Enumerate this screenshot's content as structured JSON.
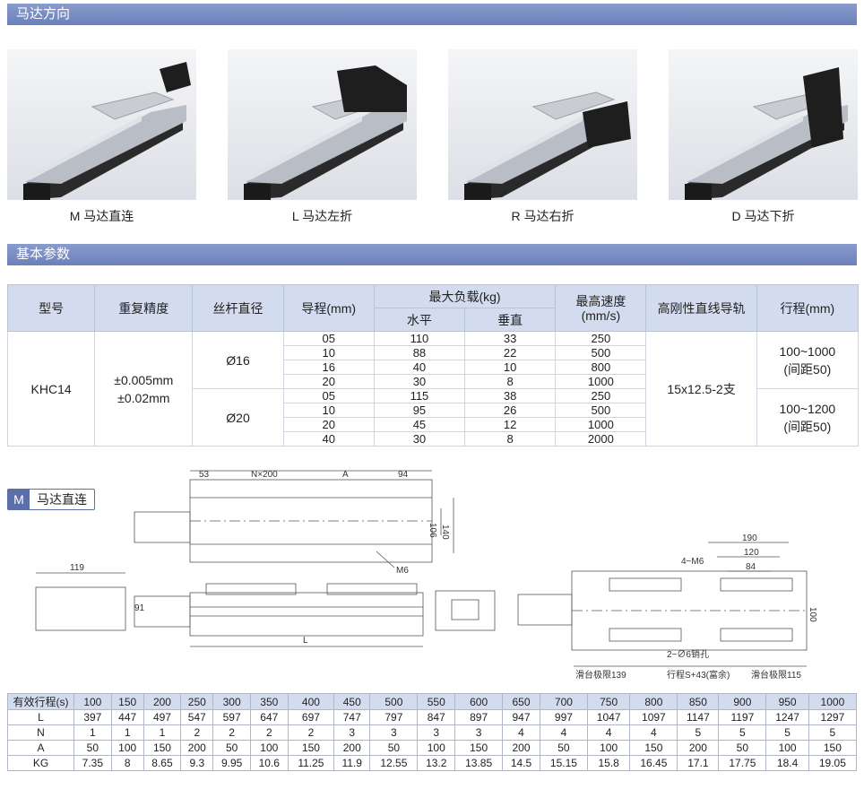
{
  "section1": {
    "title": "马达方向"
  },
  "directions": [
    {
      "caption": "M 马达直连"
    },
    {
      "caption": "L 马达左折"
    },
    {
      "caption": "R 马达右折"
    },
    {
      "caption": "D 马达下折"
    }
  ],
  "section2": {
    "title": "基本参数"
  },
  "params": {
    "headers": {
      "model": "型号",
      "repeat": "重复精度",
      "screw_dia": "丝杆直径",
      "lead": "导程(mm)",
      "max_load": "最大负载(kg)",
      "horizontal": "水平",
      "vertical": "垂直",
      "max_speed": "最高速度\n(mm/s)",
      "rail": "高刚性直线导轨",
      "stroke": "行程(mm)"
    },
    "model": "KHC14",
    "repeat": "±0.005mm\n±0.02mm",
    "rail": "15x12.5-2支",
    "groups": [
      {
        "dia": "Ø16",
        "stroke": "100~1000\n(间距50)",
        "rows": [
          [
            "05",
            "110",
            "33",
            "250"
          ],
          [
            "10",
            "88",
            "22",
            "500"
          ],
          [
            "16",
            "40",
            "10",
            "800"
          ],
          [
            "20",
            "30",
            "8",
            "1000"
          ]
        ]
      },
      {
        "dia": "Ø20",
        "stroke": "100~1200\n(间距50)",
        "rows": [
          [
            "05",
            "115",
            "38",
            "250"
          ],
          [
            "10",
            "95",
            "26",
            "500"
          ],
          [
            "20",
            "45",
            "12",
            "1000"
          ],
          [
            "40",
            "30",
            "8",
            "2000"
          ]
        ]
      }
    ]
  },
  "drawing": {
    "badge": "M",
    "title": "马达直连",
    "dims": {
      "d53": "53",
      "nx200": "N×200",
      "a": "A",
      "d94": "94",
      "d106": "106",
      "d140": "140",
      "m6": "M6",
      "d119": "119",
      "d91": "91",
      "l": "L",
      "d190": "190",
      "d120": "120",
      "d84": "84",
      "m6x4": "4−M6",
      "d100": "100",
      "hole": "2−∅6销孔",
      "lim1": "滑台极限139",
      "travel": "行程S+43(富余)",
      "lim2": "滑台极限115"
    }
  },
  "stroke_table": {
    "rows": [
      {
        "label": "有效行程(s)",
        "values": [
          "100",
          "150",
          "200",
          "250",
          "300",
          "350",
          "400",
          "450",
          "500",
          "550",
          "600",
          "650",
          "700",
          "750",
          "800",
          "850",
          "900",
          "950",
          "1000"
        ]
      },
      {
        "label": "L",
        "values": [
          "397",
          "447",
          "497",
          "547",
          "597",
          "647",
          "697",
          "747",
          "797",
          "847",
          "897",
          "947",
          "997",
          "1047",
          "1097",
          "1147",
          "1197",
          "1247",
          "1297"
        ]
      },
      {
        "label": "N",
        "values": [
          "1",
          "1",
          "1",
          "2",
          "2",
          "2",
          "2",
          "3",
          "3",
          "3",
          "3",
          "4",
          "4",
          "4",
          "4",
          "5",
          "5",
          "5",
          "5"
        ]
      },
      {
        "label": "A",
        "values": [
          "50",
          "100",
          "150",
          "200",
          "50",
          "100",
          "150",
          "200",
          "50",
          "100",
          "150",
          "200",
          "50",
          "100",
          "150",
          "200",
          "50",
          "100",
          "150"
        ]
      },
      {
        "label": "KG",
        "values": [
          "7.35",
          "8",
          "8.65",
          "9.3",
          "9.95",
          "10.6",
          "11.25",
          "11.9",
          "12.55",
          "13.2",
          "13.85",
          "14.5",
          "15.15",
          "15.8",
          "16.45",
          "17.1",
          "17.75",
          "18.4",
          "19.05"
        ]
      }
    ]
  }
}
